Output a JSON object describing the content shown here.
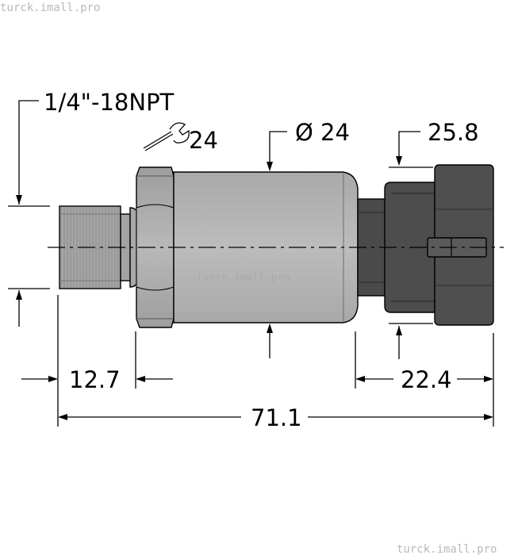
{
  "watermark_top": "turck.imall.pro",
  "watermark_center": "turck.imall.pro",
  "watermark_bottom": "turck.imall.pro",
  "dimensions": {
    "thread": "1/4\"-18NPT",
    "wrench_size": "24",
    "diameter": "Ø 24",
    "connector_height": "25.8",
    "thread_length": "12.7",
    "connector_length": "22.4",
    "overall_length": "71.1"
  },
  "icons": {
    "wrench": "wrench-icon",
    "arrow": "arrow-icon"
  },
  "colors": {
    "housing": "#b4b4b4",
    "thread": "#a8a8a8",
    "hex": "#aaaaaa",
    "connector": "#4a4a4a",
    "line": "#000000"
  }
}
